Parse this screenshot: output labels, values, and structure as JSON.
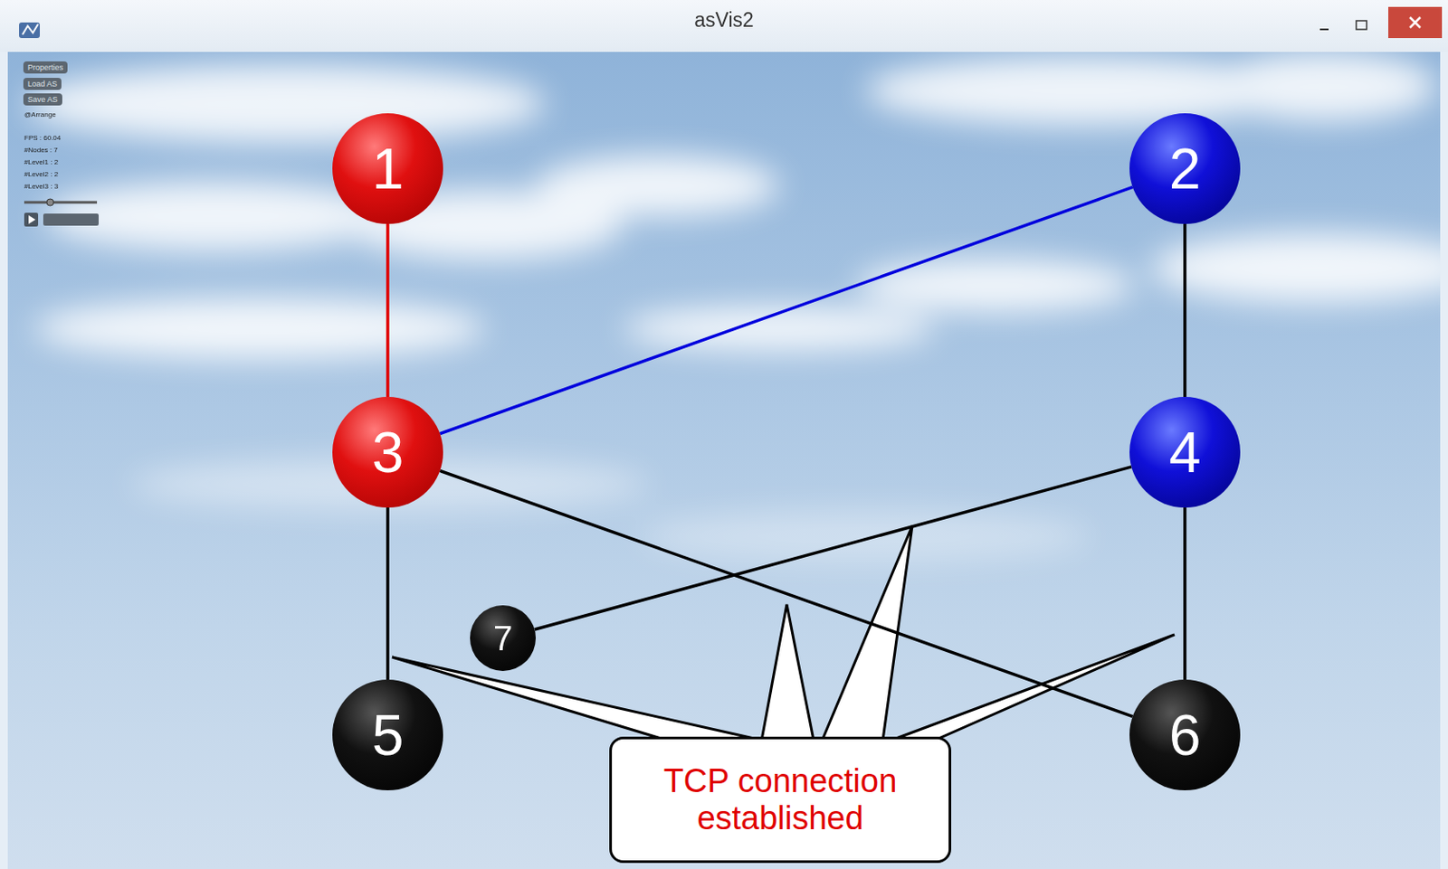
{
  "diagram": {
    "title": "asVis2",
    "nodes": [
      {
        "text": [
          "Properties"
        ]
      },
      {
        "text": [
          "Load AS"
        ]
      },
      {
        "text": [
          "Save AS"
        ]
      },
      {
        "text": [
          "1"
        ]
      },
      {
        "text": [
          "2"
        ]
      },
      {
        "text": [
          "3"
        ]
      },
      {
        "text": [
          "4"
        ]
      },
      {
        "text": [
          "7"
        ]
      },
      {
        "text": [
          "5"
        ]
      },
      {
        "text": [
          "6"
        ]
      },
      {
        "text": [
          "TCP connection established"
        ]
      }
    ],
    "edges": [
      {
        "from": 3,
        "to": 5,
        "arrow": "none"
      },
      {
        "from": 4,
        "to": 5,
        "arrow": "none"
      },
      {
        "from": 4,
        "to": 6,
        "arrow": "none"
      },
      {
        "from": 5,
        "to": 8,
        "arrow": "none"
      },
      {
        "from": 5,
        "to": 9,
        "arrow": "none"
      },
      {
        "from": 6,
        "to": 7,
        "arrow": "none"
      },
      {
        "from": 6,
        "to": 9,
        "arrow": "none"
      }
    ],
    "labels": [
      "@Arrange",
      "FPS : 60.04",
      "#Nodes : 7",
      "#Level1 : 2",
      "#Level2 : 2",
      "#Level3 : 3"
    ]
  }
}
